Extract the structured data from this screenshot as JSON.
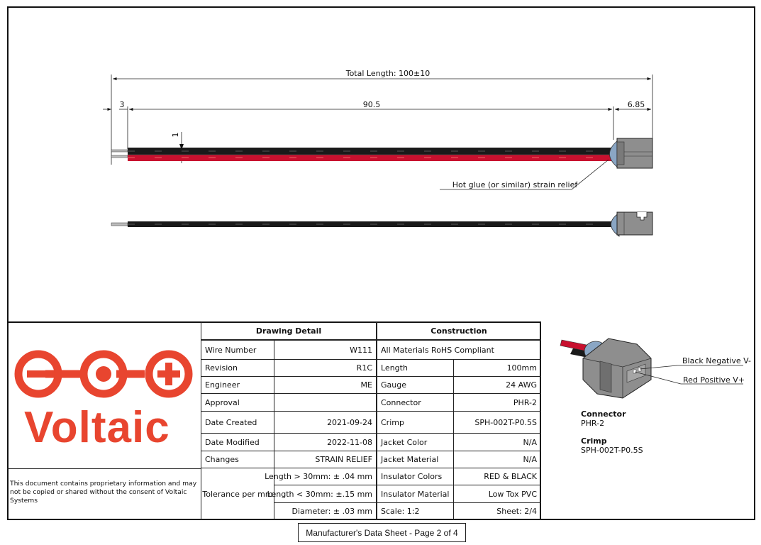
{
  "drawing": {
    "dims": {
      "total": "Total Length: 100±10",
      "left": "3",
      "middle": "90.5",
      "right": "6.85",
      "thickness": "1"
    },
    "callout": "Hot glue (or similar) strain relief"
  },
  "logo": {
    "text": "Voltaic"
  },
  "disclaimer": "This document contains proprietary information and may not be copied or shared without the consent of Voltaic Systems",
  "drawing_detail": {
    "title": "Drawing Detail",
    "rows": [
      {
        "label": "Wire Number",
        "value": "W111"
      },
      {
        "label": "Revision",
        "value": "R1C"
      },
      {
        "label": "Engineer",
        "value": "ME"
      },
      {
        "label": "Approval",
        "value": ""
      },
      {
        "label": "Date Created",
        "value": "2021-09-24"
      },
      {
        "label": "Date Modified",
        "value": "2022-11-08"
      },
      {
        "label": "Changes",
        "value": "STRAIN RELIEF"
      }
    ],
    "tolerance_label": "Tolerance per mm",
    "tolerances": [
      "Length > 30mm: ± .04 mm",
      "Length < 30mm: ±.15 mm",
      "Diameter: ± .03 mm"
    ]
  },
  "construction": {
    "title": "Construction",
    "rohs": "All Materials RoHS Compliant",
    "rows": [
      {
        "label": "Length",
        "value": "100mm"
      },
      {
        "label": "Gauge",
        "value": "24 AWG"
      },
      {
        "label": "Connector",
        "value": "PHR-2"
      },
      {
        "label": "Crimp",
        "value": "SPH-002T-P0.5S"
      },
      {
        "label": "Jacket Color",
        "value": "N/A"
      },
      {
        "label": "Jacket Material",
        "value": "N/A"
      },
      {
        "label": "Insulator Colors",
        "value": "RED & BLACK"
      },
      {
        "label": "Insulator Material",
        "value": "Low Tox PVC"
      }
    ],
    "scale": "Scale: 1:2",
    "sheet": "Sheet: 2/4"
  },
  "connector_view": {
    "black_label": "Black Negative V-",
    "red_label": "Red Positive V+",
    "connector_title": "Connector",
    "connector_value": "PHR-2",
    "crimp_title": "Crimp",
    "crimp_value": "SPH-002T-P0.5S"
  },
  "footer": "Manufacturer's Data Sheet - Page 2 of 4",
  "colors": {
    "brand": "#e8452f",
    "wire_red": "#c8102e",
    "wire_black": "#1a1a1a",
    "connector": "#8e8e8e"
  }
}
